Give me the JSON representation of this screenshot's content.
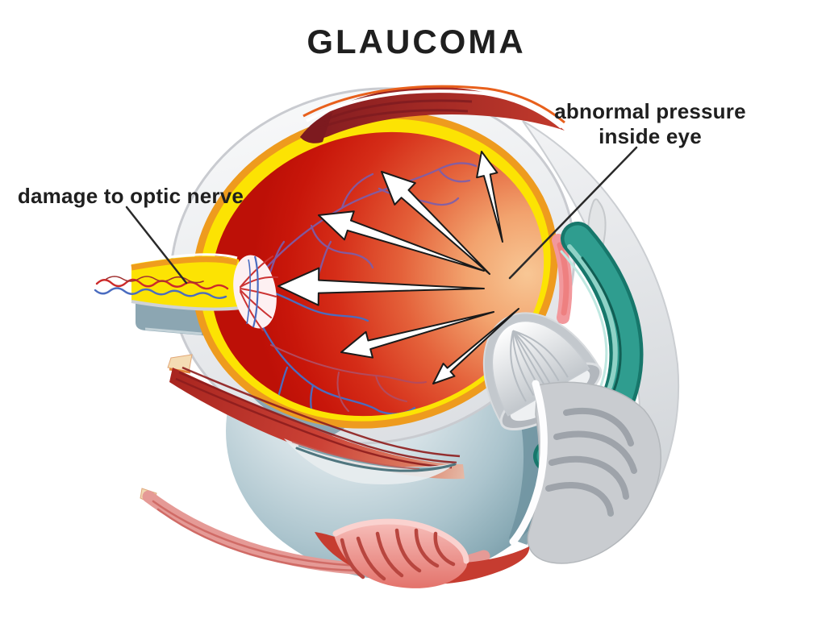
{
  "title": "GLAUCOMA",
  "labels": {
    "pressure_line1": "abnormal pressure",
    "pressure_line2": "inside eye",
    "optic_nerve": "damage to optic nerve"
  },
  "figure": {
    "subject": "cross-section of a human eye showing glaucoma",
    "pressure_arrow_count": 6,
    "parts": [
      "sclera-shell",
      "choroid-ring",
      "eye-interior",
      "retinal-vessels",
      "optic-nerve",
      "optic-disc",
      "lens",
      "iris-ciliary-band",
      "cornea",
      "lower-eyeball",
      "superior-rectus-muscle",
      "inferior-rectus-muscle",
      "inferior-oblique-muscle"
    ]
  },
  "colors": {
    "background": "#ffffff",
    "text": "#1f1f1f",
    "eye_interior_red": "#c8160a",
    "eye_interior_peach": "#f8c795",
    "choroid_yellow": "#fce303",
    "choroid_orange": "#ee9b1e",
    "sclera_gray": "#e9ebee",
    "lower_eyeball_blue_gray": "#9db9c3",
    "iris_teal": "#2f9d8f",
    "muscle_red": "#b93028",
    "lens_gray": "#c6cbd0",
    "vessel_purple": "#7a5fae",
    "vessel_blue": "#4a6cc0",
    "vessel_red": "#cc2a2a",
    "arrow_fill": "#ffffff",
    "arrow_outline": "#1a1a1a"
  }
}
